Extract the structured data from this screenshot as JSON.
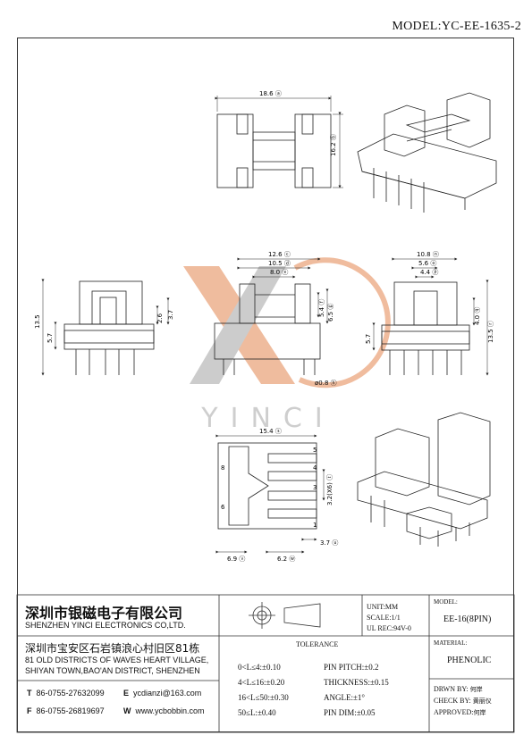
{
  "model": {
    "label": "MODEL:",
    "value": "YC-EE-1635-2"
  },
  "watermark": {
    "text": "YINCI"
  },
  "dimensions": {
    "top_width": "18.6",
    "top_width_id": "A",
    "top_height": "16.2",
    "top_height_id": "B",
    "front_c": "12.6",
    "front_c_id": "C",
    "front_d": "10.5",
    "front_d_id": "D",
    "front_e": "8.0",
    "front_e_id": "E",
    "front_f": "5.4",
    "front_f_id": "F",
    "front_g": "6.5",
    "front_g_id": "G",
    "pin_dia": "ø0.8",
    "pin_dia_id": "H",
    "left_height": "13.5",
    "left_height_id": "I",
    "left_base": "5.7",
    "left_base_id": "J",
    "left_k": "2.6",
    "left_k_id": "K",
    "left_l": "3.7",
    "left_l_id": "L",
    "right_n": "10.8",
    "right_n_id": "N",
    "right_o": "5.6",
    "right_o_id": "O",
    "right_p": "4.4",
    "right_p_id": "P",
    "right_q": "4.0",
    "right_q_id": "Q",
    "right_r": "13.5",
    "right_r_id": "R",
    "right_base": "5.7",
    "bottom_s": "15.4",
    "bottom_s_id": "S",
    "bottom_t": "3.2(X6)",
    "bottom_t_id": "T",
    "bottom_u": "3.7",
    "bottom_u_id": "U",
    "bottom_v": "6.9",
    "bottom_v_id": "V",
    "bottom_w": "6.2",
    "bottom_w_id": "W",
    "pins": [
      "8",
      "6",
      "5",
      "4",
      "3",
      "1"
    ]
  },
  "title_block": {
    "company_cn": "深圳市银磁电子有限公司",
    "company_en": "SHENZHEN YINCI ELECTRONICS CO,LTD.",
    "address_cn": "深圳市宝安区石岩镇浪心村旧区81栋",
    "address_en_1": "81 OLD DISTRICTS OF WAVES HEART VILLAGE,",
    "address_en_2": "SHIYAN TOWN,BAO'AN DISTRICT, SHENZHEN",
    "tel_label": "T",
    "tel": "86-0755-27632099",
    "email_label": "E",
    "email": "ycdianzi@163.com",
    "fax_label": "F",
    "fax": "86-0755-26819697",
    "web_label": "W",
    "web": "www.ycbobbin.com",
    "unit": "UNIT:MM",
    "scale": "SCALE:1/1",
    "ul_rec": "UL REC:94V-0",
    "model_label": "MODEL:",
    "model_value": "EE-16(8PIN)",
    "tolerance_title": "TOLERANCE",
    "tol": [
      "0<L≤4:±0.10",
      "4<L≤16:±0.20",
      "16<L≤50:±0.30",
      "50≤L:±0.40"
    ],
    "pin_pitch": "PIN PITCH:±0.2",
    "thickness": "THICKNESS:±0.15",
    "angle": "ANGLE:±1°",
    "pin_dim": "PIN DIM:±0.05",
    "material_label": "MATERIAL:",
    "material_value": "PHENOLIC",
    "drawn_by": "DRWN BY:",
    "drawn_by_name": "何岸",
    "check_by": "CHECK BY:",
    "check_by_name": "黄丽仪",
    "approved": "APPROVED:",
    "approved_name": "何岸"
  },
  "colors": {
    "watermark_orange": "#e8823c",
    "watermark_grey": "#bdbdbd"
  }
}
